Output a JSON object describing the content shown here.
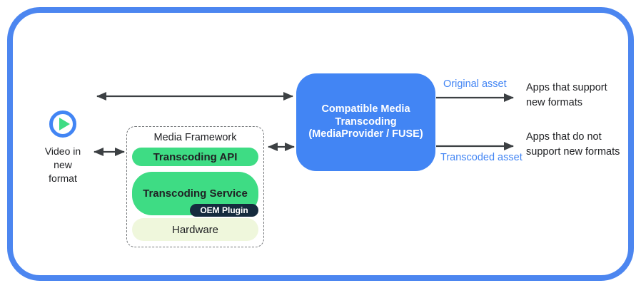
{
  "colors": {
    "frame_blue": "#4c86f0",
    "accent_blue": "#4285f4",
    "android_green": "#3edc84",
    "navy": "#152b3e",
    "cream": "#eff7dc",
    "arrow_gray": "#3c4043",
    "text_dark": "#202124"
  },
  "video_input": {
    "icon": "play-icon",
    "caption": "Video in\nnew\nformat"
  },
  "media_framework": {
    "title": "Media Framework",
    "layers": [
      {
        "label": "Transcoding API"
      },
      {
        "label": "Transcoding Service",
        "badge": "OEM Plugin"
      },
      {
        "label": "Hardware"
      }
    ]
  },
  "transcoder_box": {
    "label": "Compatible Media\nTranscoding\n(MediaProvider / FUSE)"
  },
  "outputs": [
    {
      "flow_label": "Original asset",
      "destination": "Apps that support\nnew formats"
    },
    {
      "flow_label": "Transcoded asset",
      "destination": "Apps that do not\nsupport new formats"
    }
  ]
}
